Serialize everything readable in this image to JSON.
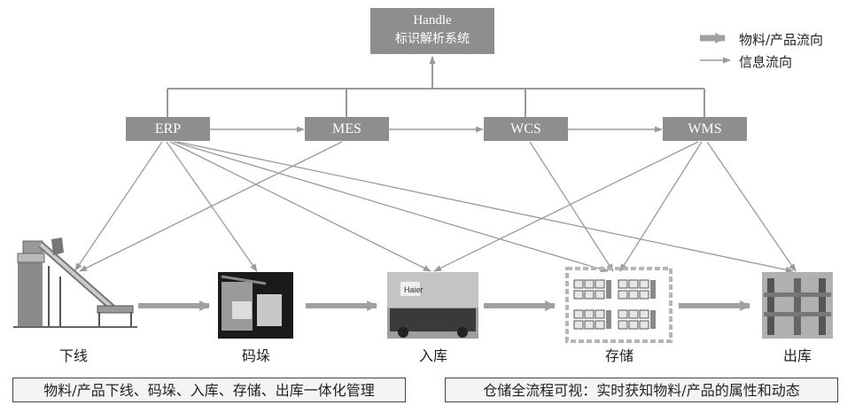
{
  "handle": {
    "line1": "Handle",
    "line2": "标识解析系统"
  },
  "systems": {
    "erp": "ERP",
    "mes": "MES",
    "wcs": "WCS",
    "wms": "WMS"
  },
  "legend": {
    "material_flow": "物料/产品流向",
    "info_flow": "信息流向"
  },
  "stages": {
    "offline": "下线",
    "stacking": "码垛",
    "inbound": "入库",
    "storage": "存储",
    "outbound": "出库"
  },
  "photo_text": {
    "brand": "Haier"
  },
  "captions": {
    "left": "物料/产品下线、码垛、入库、存储、出库一体化管理",
    "right": "仓储全流程可视：实时获知物料/产品的属性和动态"
  },
  "colors": {
    "box_fill": "#8e8e8e",
    "arrow": "#999999",
    "material_arrow": "#a0a0a0"
  }
}
